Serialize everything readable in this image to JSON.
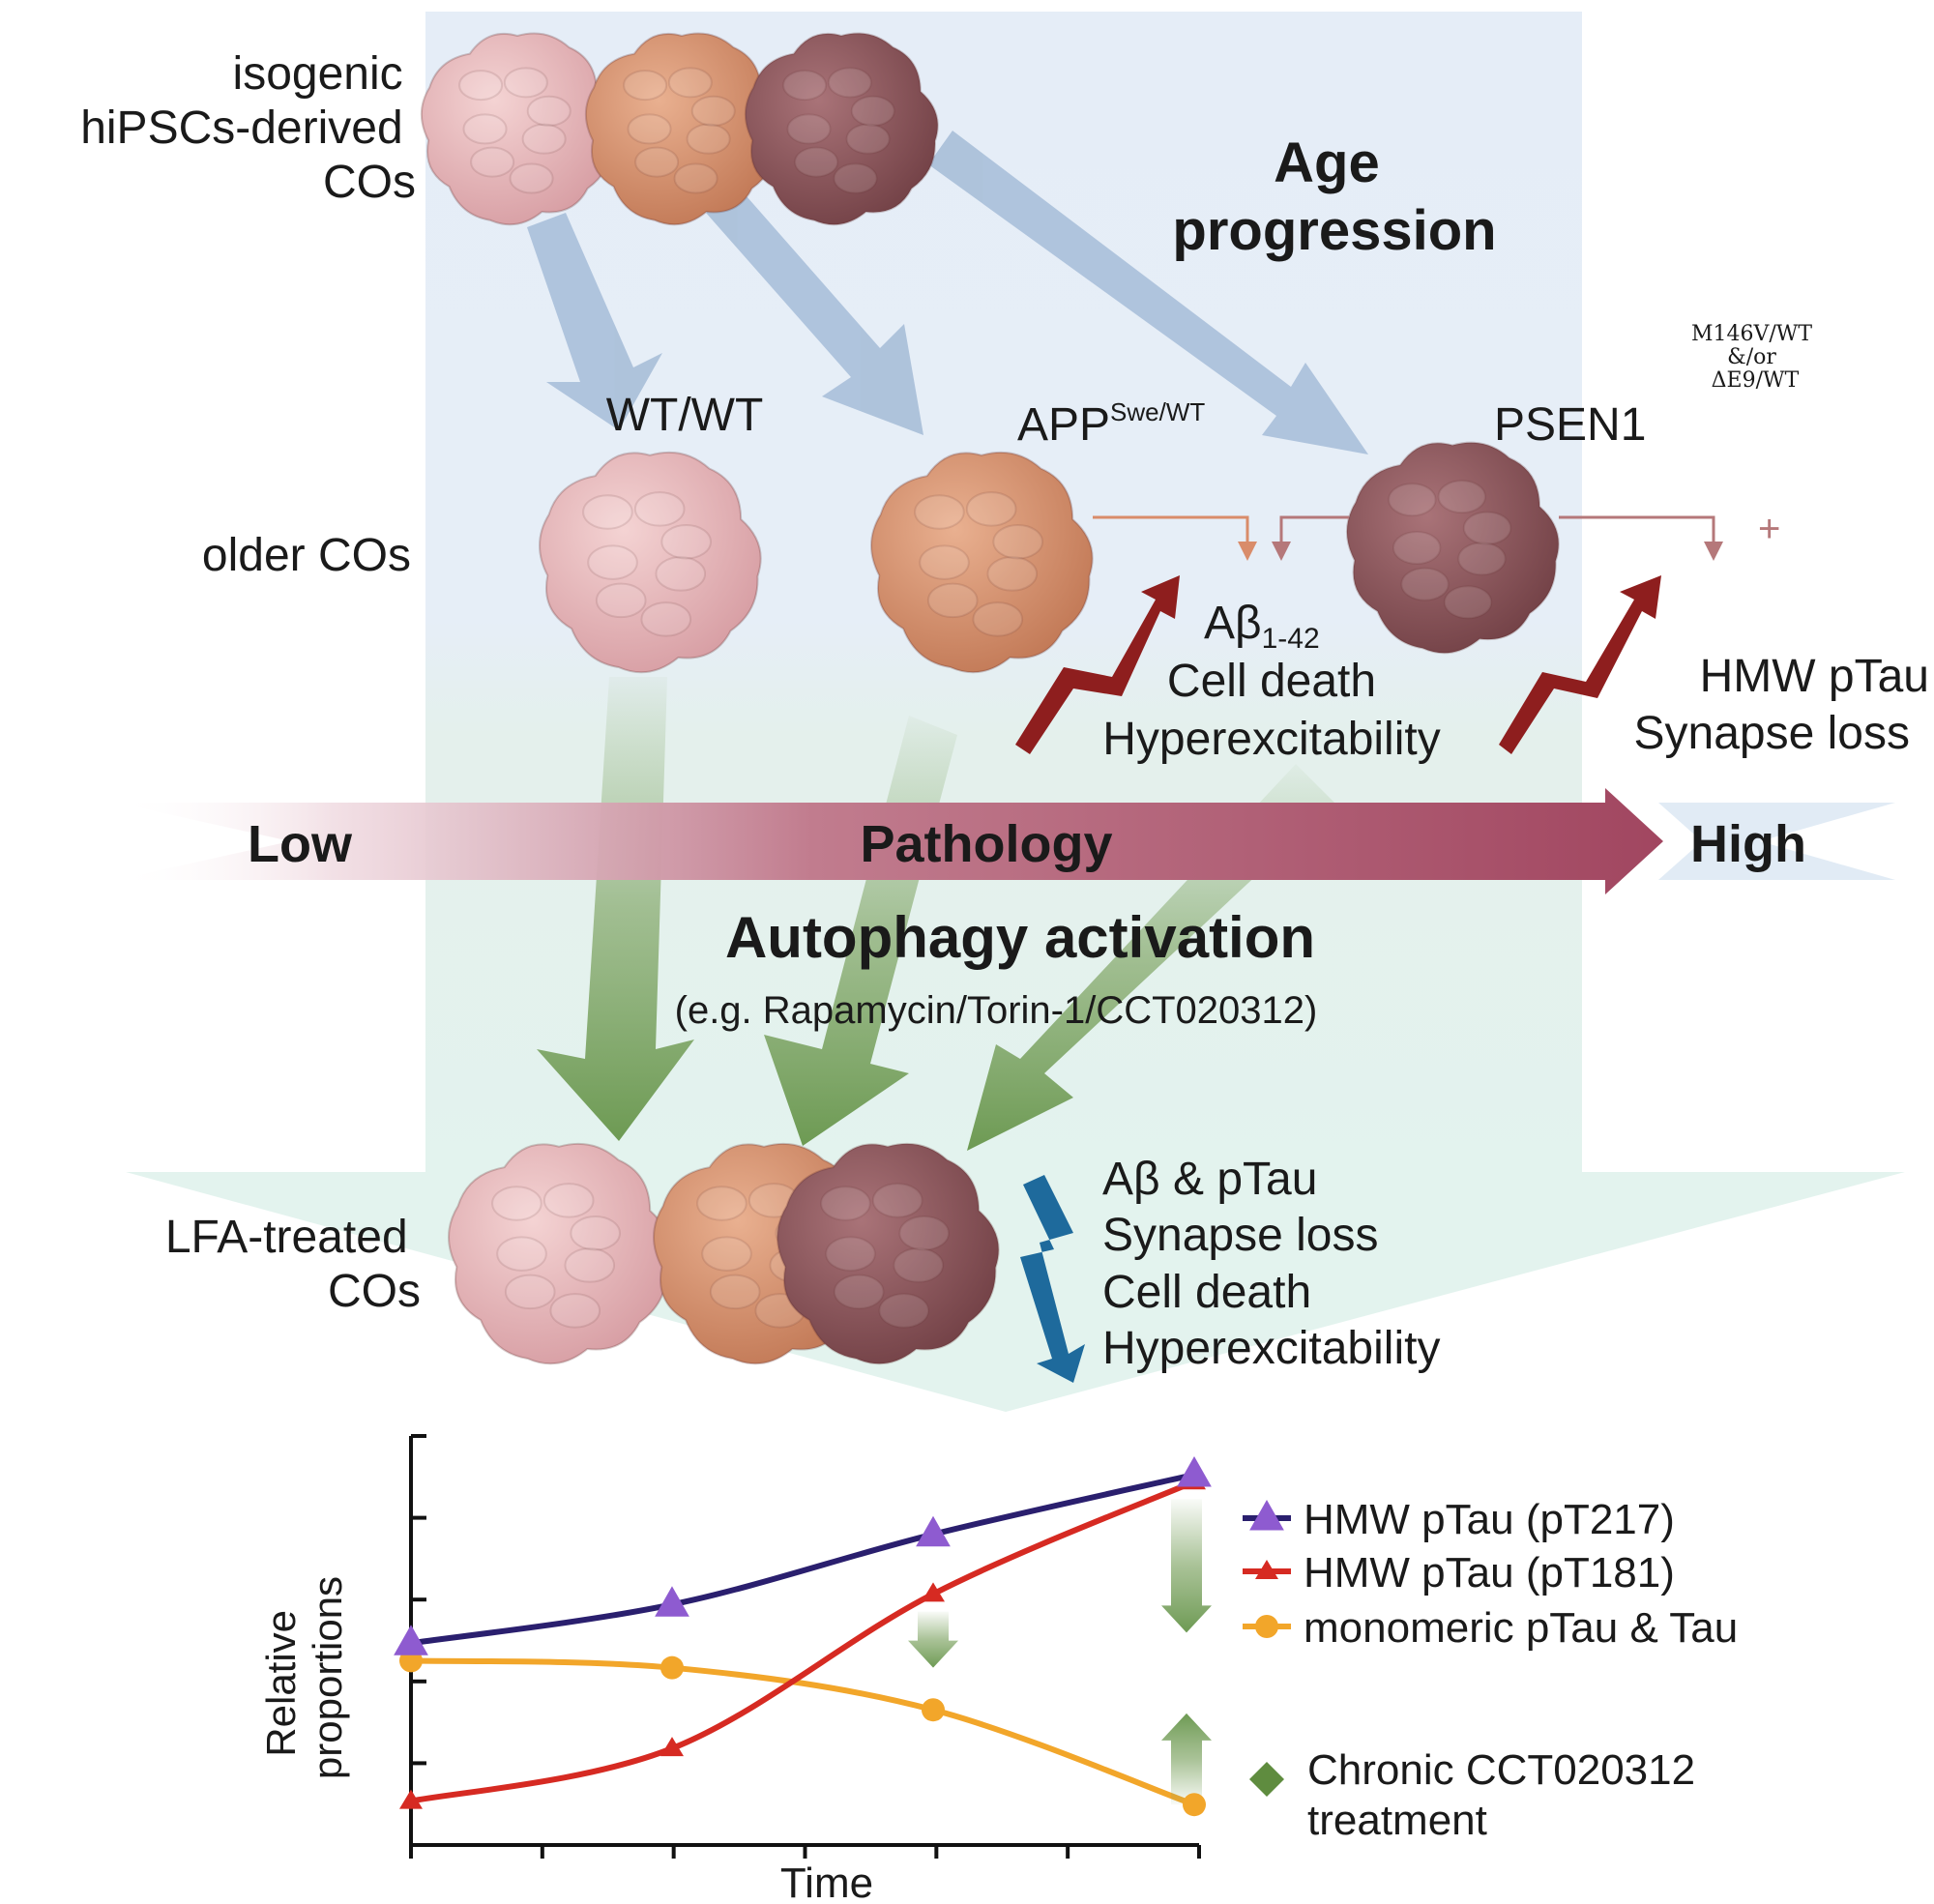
{
  "colors": {
    "light_pink": "#e3b6b9",
    "orange": "#cf8d6a",
    "dark_mauve": "#8d5a5e",
    "age_arrow": "#a9bfd9",
    "green_arrow": "#84a86a",
    "red_increase": "#8e1e1e",
    "blue_decrease": "#1e6a9c",
    "pathology_arrow": "#a5485f",
    "purple_series": "#2a1f6e",
    "red_series": "#d62a22",
    "yellow_series": "#f2a62a"
  },
  "rows": {
    "top": "isogenic\nhiPSCs-derived\nCOs",
    "middle": "older COs",
    "bottom": "LFA-treated\nCOs"
  },
  "age_progression": "Age\nprogression",
  "genotypes": {
    "wt": "WT/WT",
    "app_base": "APP",
    "app_sup": "Swe/WT",
    "psen_base": "PSEN1",
    "psen_sup": "M146V/WT\n&/or\nΔE9/WT"
  },
  "app_effects": {
    "abeta_base": "Aβ",
    "abeta_sub": "1-42",
    "line2": "Cell death",
    "line3": "Hyperexcitability"
  },
  "psen_effects": {
    "line1": "HMW pTau",
    "line2": "Synapse loss"
  },
  "plus_sign": "+",
  "pathology": {
    "low": "Low",
    "label": "Pathology",
    "high": "High"
  },
  "autophagy": {
    "title": "Autophagy activation",
    "subtitle": "(e.g. Rapamycin/Torin-1/CCT020312)"
  },
  "treated_effects": [
    "Aβ & pTau",
    "Synapse loss",
    "Cell death",
    "Hyperexcitability"
  ],
  "chart_data": {
    "type": "line",
    "xlabel": "Time",
    "ylabel": "Relative\nproportions",
    "x": [
      1,
      2,
      3,
      4
    ],
    "series": [
      {
        "name": "HMW pTau (pT217)",
        "color": "#2a1f6e",
        "marker": "triangle",
        "values": [
          0.52,
          0.63,
          0.83,
          1.0
        ]
      },
      {
        "name": "HMW pTau (pT181)",
        "color": "#d62a22",
        "marker": "star",
        "values": [
          0.07,
          0.22,
          0.66,
          0.98
        ]
      },
      {
        "name": "monomeric pTau & Tau",
        "color": "#f2a62a",
        "marker": "circle",
        "values": [
          0.47,
          0.45,
          0.33,
          0.06
        ]
      }
    ],
    "treatment_legend": "Chronic CCT020312\ntreatment",
    "treatment_effects": [
      {
        "x": 3,
        "from": 0.61,
        "to": 0.45,
        "direction": "down"
      },
      {
        "x": 4,
        "from": 0.93,
        "to": 0.55,
        "direction": "down"
      },
      {
        "x": 4,
        "from": 0.06,
        "to": 0.32,
        "direction": "up"
      }
    ]
  }
}
